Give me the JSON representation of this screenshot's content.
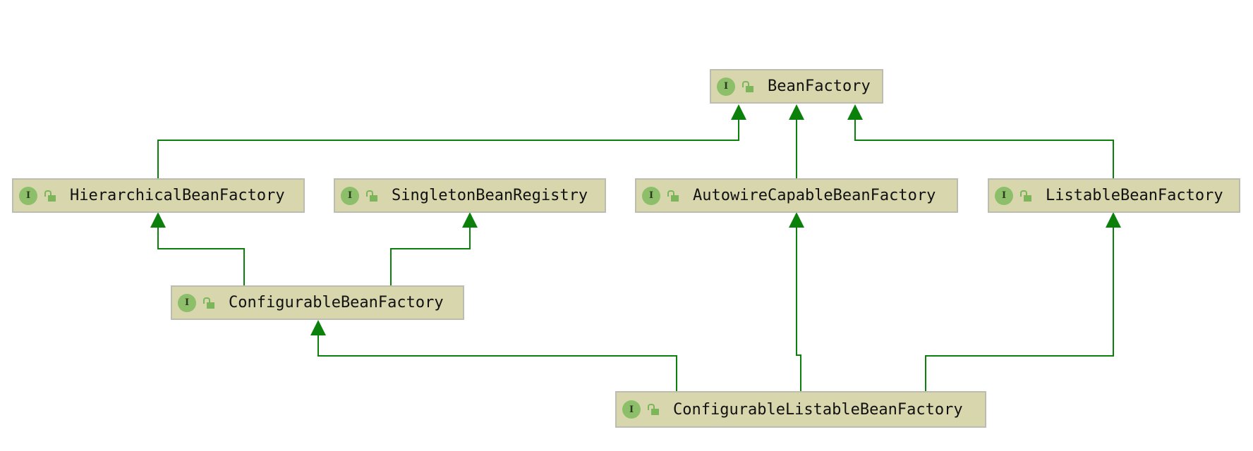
{
  "diagram": {
    "nodes": [
      {
        "id": "bf",
        "name": "BeanFactory",
        "kind": "I"
      },
      {
        "id": "hbf",
        "name": "HierarchicalBeanFactory",
        "kind": "I"
      },
      {
        "id": "sbr",
        "name": "SingletonBeanRegistry",
        "kind": "I"
      },
      {
        "id": "acbf",
        "name": "AutowireCapableBeanFactory",
        "kind": "I"
      },
      {
        "id": "lbf",
        "name": "ListableBeanFactory",
        "kind": "I"
      },
      {
        "id": "cbf",
        "name": "ConfigurableBeanFactory",
        "kind": "I"
      },
      {
        "id": "clbf",
        "name": "ConfigurableListableBeanFactory",
        "kind": "I"
      }
    ],
    "edges": [
      {
        "from": "hbf",
        "to": "bf",
        "type": "extends"
      },
      {
        "from": "acbf",
        "to": "bf",
        "type": "extends"
      },
      {
        "from": "lbf",
        "to": "bf",
        "type": "extends"
      },
      {
        "from": "cbf",
        "to": "hbf",
        "type": "extends"
      },
      {
        "from": "cbf",
        "to": "sbr",
        "type": "extends"
      },
      {
        "from": "clbf",
        "to": "cbf",
        "type": "extends"
      },
      {
        "from": "clbf",
        "to": "acbf",
        "type": "extends"
      },
      {
        "from": "clbf",
        "to": "lbf",
        "type": "extends"
      }
    ],
    "colors": {
      "edge": "#0b800b",
      "node_fill": "#d8d6ad",
      "badge": "#8dbf6a"
    }
  }
}
